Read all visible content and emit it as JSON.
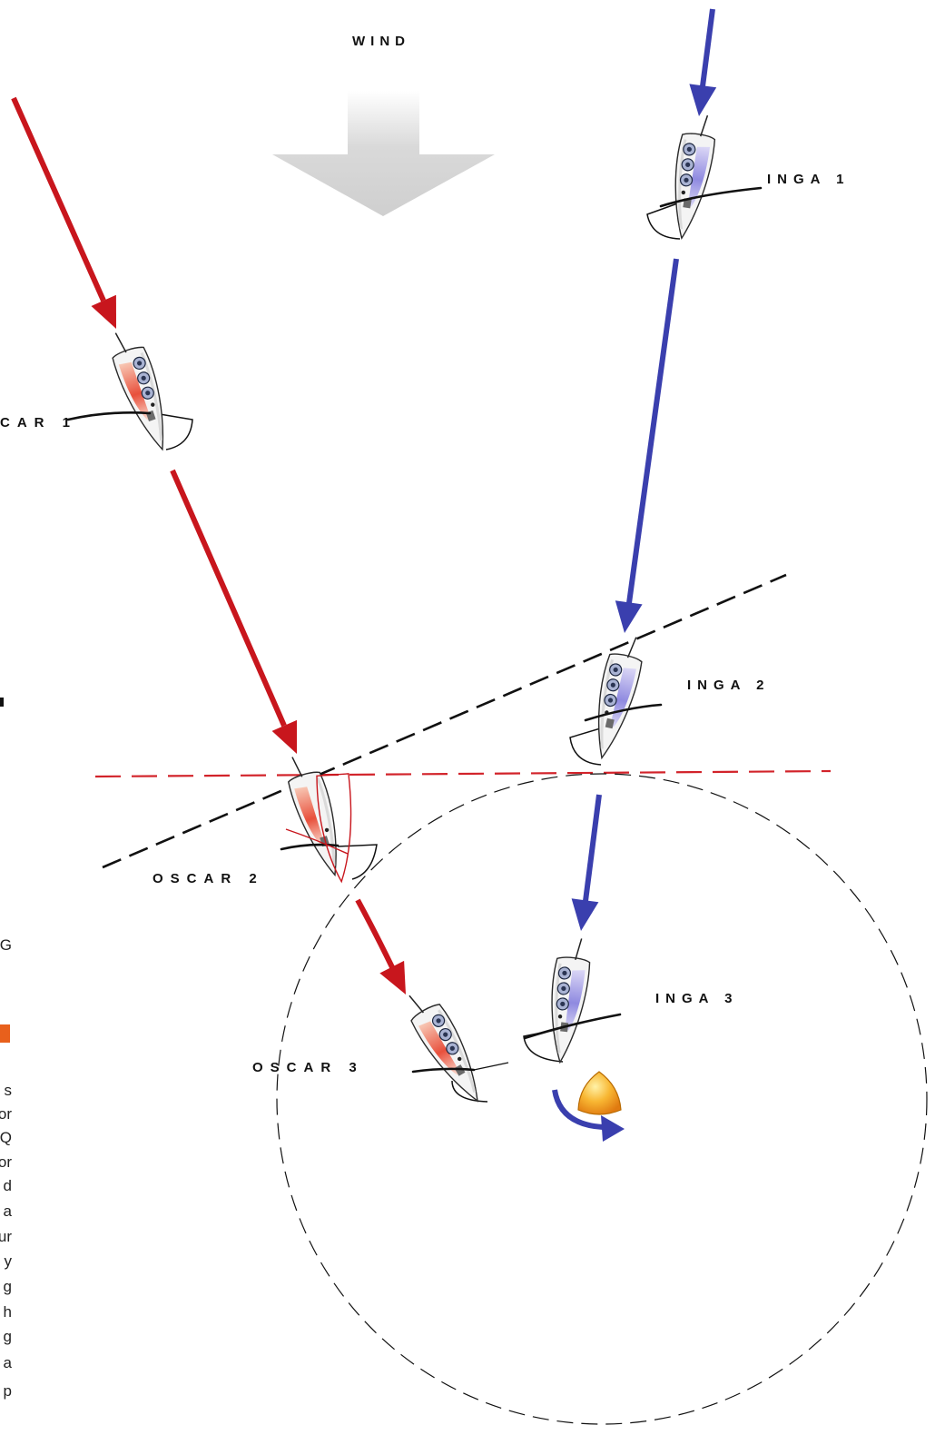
{
  "labels": {
    "wind": "WIND",
    "inga_1": "INGA 1",
    "inga_2": "INGA 2",
    "inga_3": "INGA 3",
    "oscar_1": "CAR 1",
    "oscar_2": "OSCAR 2",
    "oscar_3": "OSCAR 3"
  },
  "edge_fragments": {
    "g": "G",
    "column_text": [
      "s",
      "or",
      "Q",
      "or",
      "d",
      "a",
      "ur",
      "y",
      "g",
      "h",
      "g",
      "a",
      "p"
    ]
  },
  "colors": {
    "oscar": "#c8161d",
    "inga": "#3a3fae",
    "wind_arrow": "#d2d2d2",
    "mark": "#f5a623",
    "edge_marker": "#e8601c"
  },
  "icons": {
    "wind": "wind-arrow-icon",
    "mark": "mark-buoy-icon",
    "turn": "penalty-turn-arrow-icon"
  }
}
